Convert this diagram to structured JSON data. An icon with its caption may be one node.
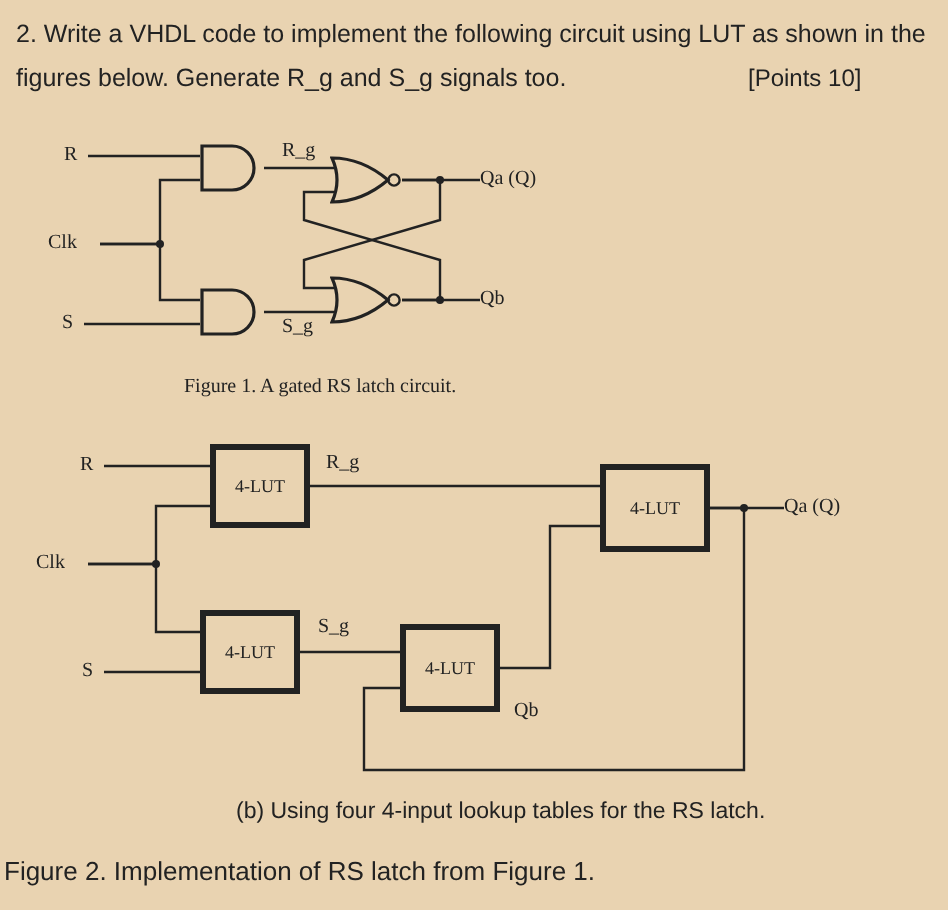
{
  "diagram": {
    "title": "2. Write a VHDL code to implement the following circuit using LUT as shown in the figures below. Generate R_g and S_g signals too.",
    "caption": "Figure 2. Implementation of RS latch from Figure 1.",
    "nodes": [
      {
        "text": [
          "R"
        ]
      },
      {
        "text": [
          "Clk"
        ]
      },
      {
        "text": [
          "S"
        ]
      },
      {
        "text": [],
        "shape": "and"
      },
      {
        "text": [],
        "shape": "and"
      },
      {
        "text": [],
        "shape": "nor"
      },
      {
        "text": [],
        "shape": "nor"
      },
      {
        "text": [
          "Qa (Q)"
        ]
      },
      {
        "text": [
          "Qb"
        ]
      },
      {
        "text": [
          "R"
        ]
      },
      {
        "text": [
          "Clk"
        ]
      },
      {
        "text": [
          "S"
        ]
      },
      {
        "text": [
          "4-LUT"
        ]
      },
      {
        "text": [
          "4-LUT"
        ]
      },
      {
        "text": [
          "4-LUT"
        ]
      },
      {
        "text": [
          "4-LUT"
        ]
      },
      {
        "text": [
          "Qa (Q)"
        ]
      }
    ],
    "edges": [
      {
        "from": 0,
        "to": 3,
        "arrow": "none"
      },
      {
        "from": 1,
        "to": 3,
        "arrow": "none"
      },
      {
        "from": 1,
        "to": 4,
        "arrow": "none"
      },
      {
        "from": 2,
        "to": 4,
        "arrow": "none"
      },
      {
        "from": 3,
        "to": 5,
        "arrow": "none",
        "label": "R_g"
      },
      {
        "from": 4,
        "to": 6,
        "arrow": "none",
        "label": "S_g"
      },
      {
        "from": 5,
        "to": 7,
        "arrow": "none"
      },
      {
        "from": 6,
        "to": 8,
        "arrow": "none"
      },
      {
        "from": 5,
        "to": 6,
        "arrow": "none"
      },
      {
        "from": 6,
        "to": 5,
        "arrow": "none"
      },
      {
        "from": 9,
        "to": 12,
        "arrow": "none"
      },
      {
        "from": 10,
        "to": 12,
        "arrow": "none"
      },
      {
        "from": 10,
        "to": 13,
        "arrow": "none"
      },
      {
        "from": 11,
        "to": 13,
        "arrow": "none"
      },
      {
        "from": 12,
        "to": 15,
        "arrow": "none",
        "label": "R_g"
      },
      {
        "from": 13,
        "to": 14,
        "arrow": "none",
        "label": "S_g"
      },
      {
        "from": 14,
        "to": 15,
        "arrow": "none",
        "label": "Qb"
      },
      {
        "from": 15,
        "to": 16,
        "arrow": "none"
      },
      {
        "from": 15,
        "to": 14,
        "arrow": "none"
      }
    ],
    "labels": [
      "[Points 10]",
      "Figure 1. A gated RS latch circuit.",
      "(b) Using four 4-input lookup tables for the RS latch."
    ]
  }
}
